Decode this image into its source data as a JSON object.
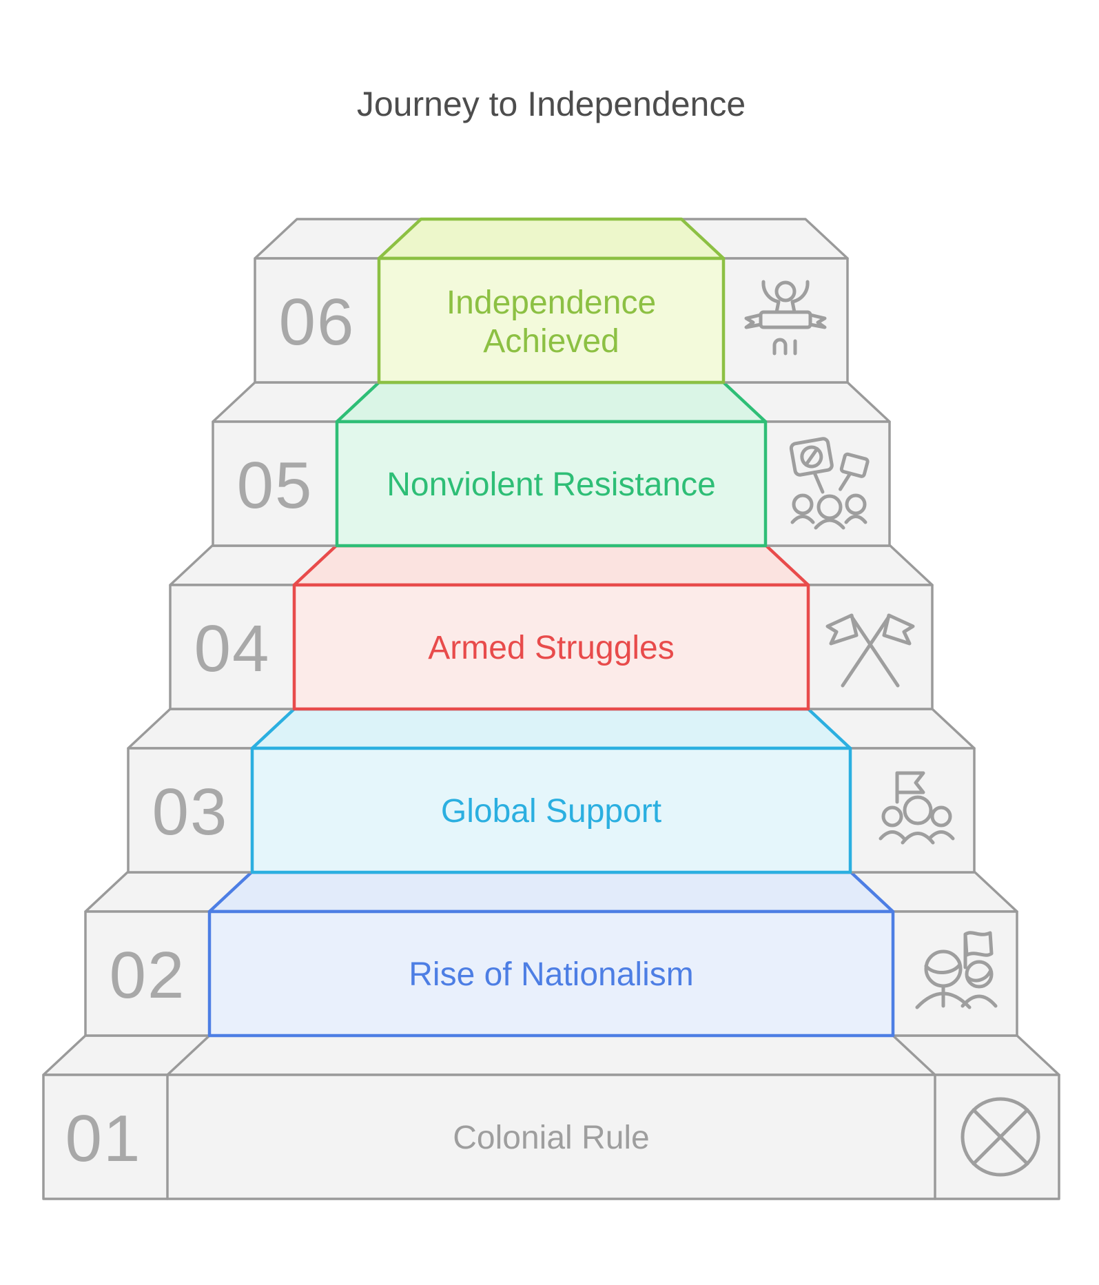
{
  "title": "Journey to Independence",
  "title_color": "#4d4d4d",
  "block": {
    "fill": "#f3f3f3",
    "stroke": "#9a9a9a",
    "number_color": "#a8a8a8",
    "icon_color": "#9e9e9e"
  },
  "steps": [
    {
      "number": "01",
      "label": "Colonial Rule",
      "label_color": "#9e9e9e",
      "border_color": "#9a9a9a",
      "fill": "#f3f3f3",
      "top_fill": "#f3f3f3",
      "icon": "cancel-circle-icon"
    },
    {
      "number": "02",
      "label": "Rise of Nationalism",
      "label_color": "#4d7ee4",
      "border_color": "#4d7ee4",
      "fill": "#e9f0fc",
      "top_fill": "#e2ebfa",
      "icon": "people-with-flags-icon"
    },
    {
      "number": "03",
      "label": "Global Support",
      "label_color": "#2bafe0",
      "border_color": "#2bafe0",
      "fill": "#e5f6fb",
      "top_fill": "#dcf3f9",
      "icon": "flag-team-icon"
    },
    {
      "number": "04",
      "label": "Armed Struggles",
      "label_color": "#e84b4b",
      "border_color": "#e84b4b",
      "fill": "#fcebe9",
      "top_fill": "#fbe3e0",
      "icon": "crossed-flags-icon"
    },
    {
      "number": "05",
      "label": "Nonviolent Resistance",
      "label_color": "#2ebe76",
      "border_color": "#2ebe76",
      "fill": "#e2f8ec",
      "top_fill": "#daf5e6",
      "icon": "protest-placards-icon"
    },
    {
      "number": "06",
      "label": "Independence Achieved",
      "label_lines": [
        "Independence",
        "Achieved"
      ],
      "label_color": "#8cc043",
      "border_color": "#8cc043",
      "fill": "#f3fadb",
      "top_fill": "#edf7cb",
      "icon": "finish-line-winner-icon"
    }
  ]
}
